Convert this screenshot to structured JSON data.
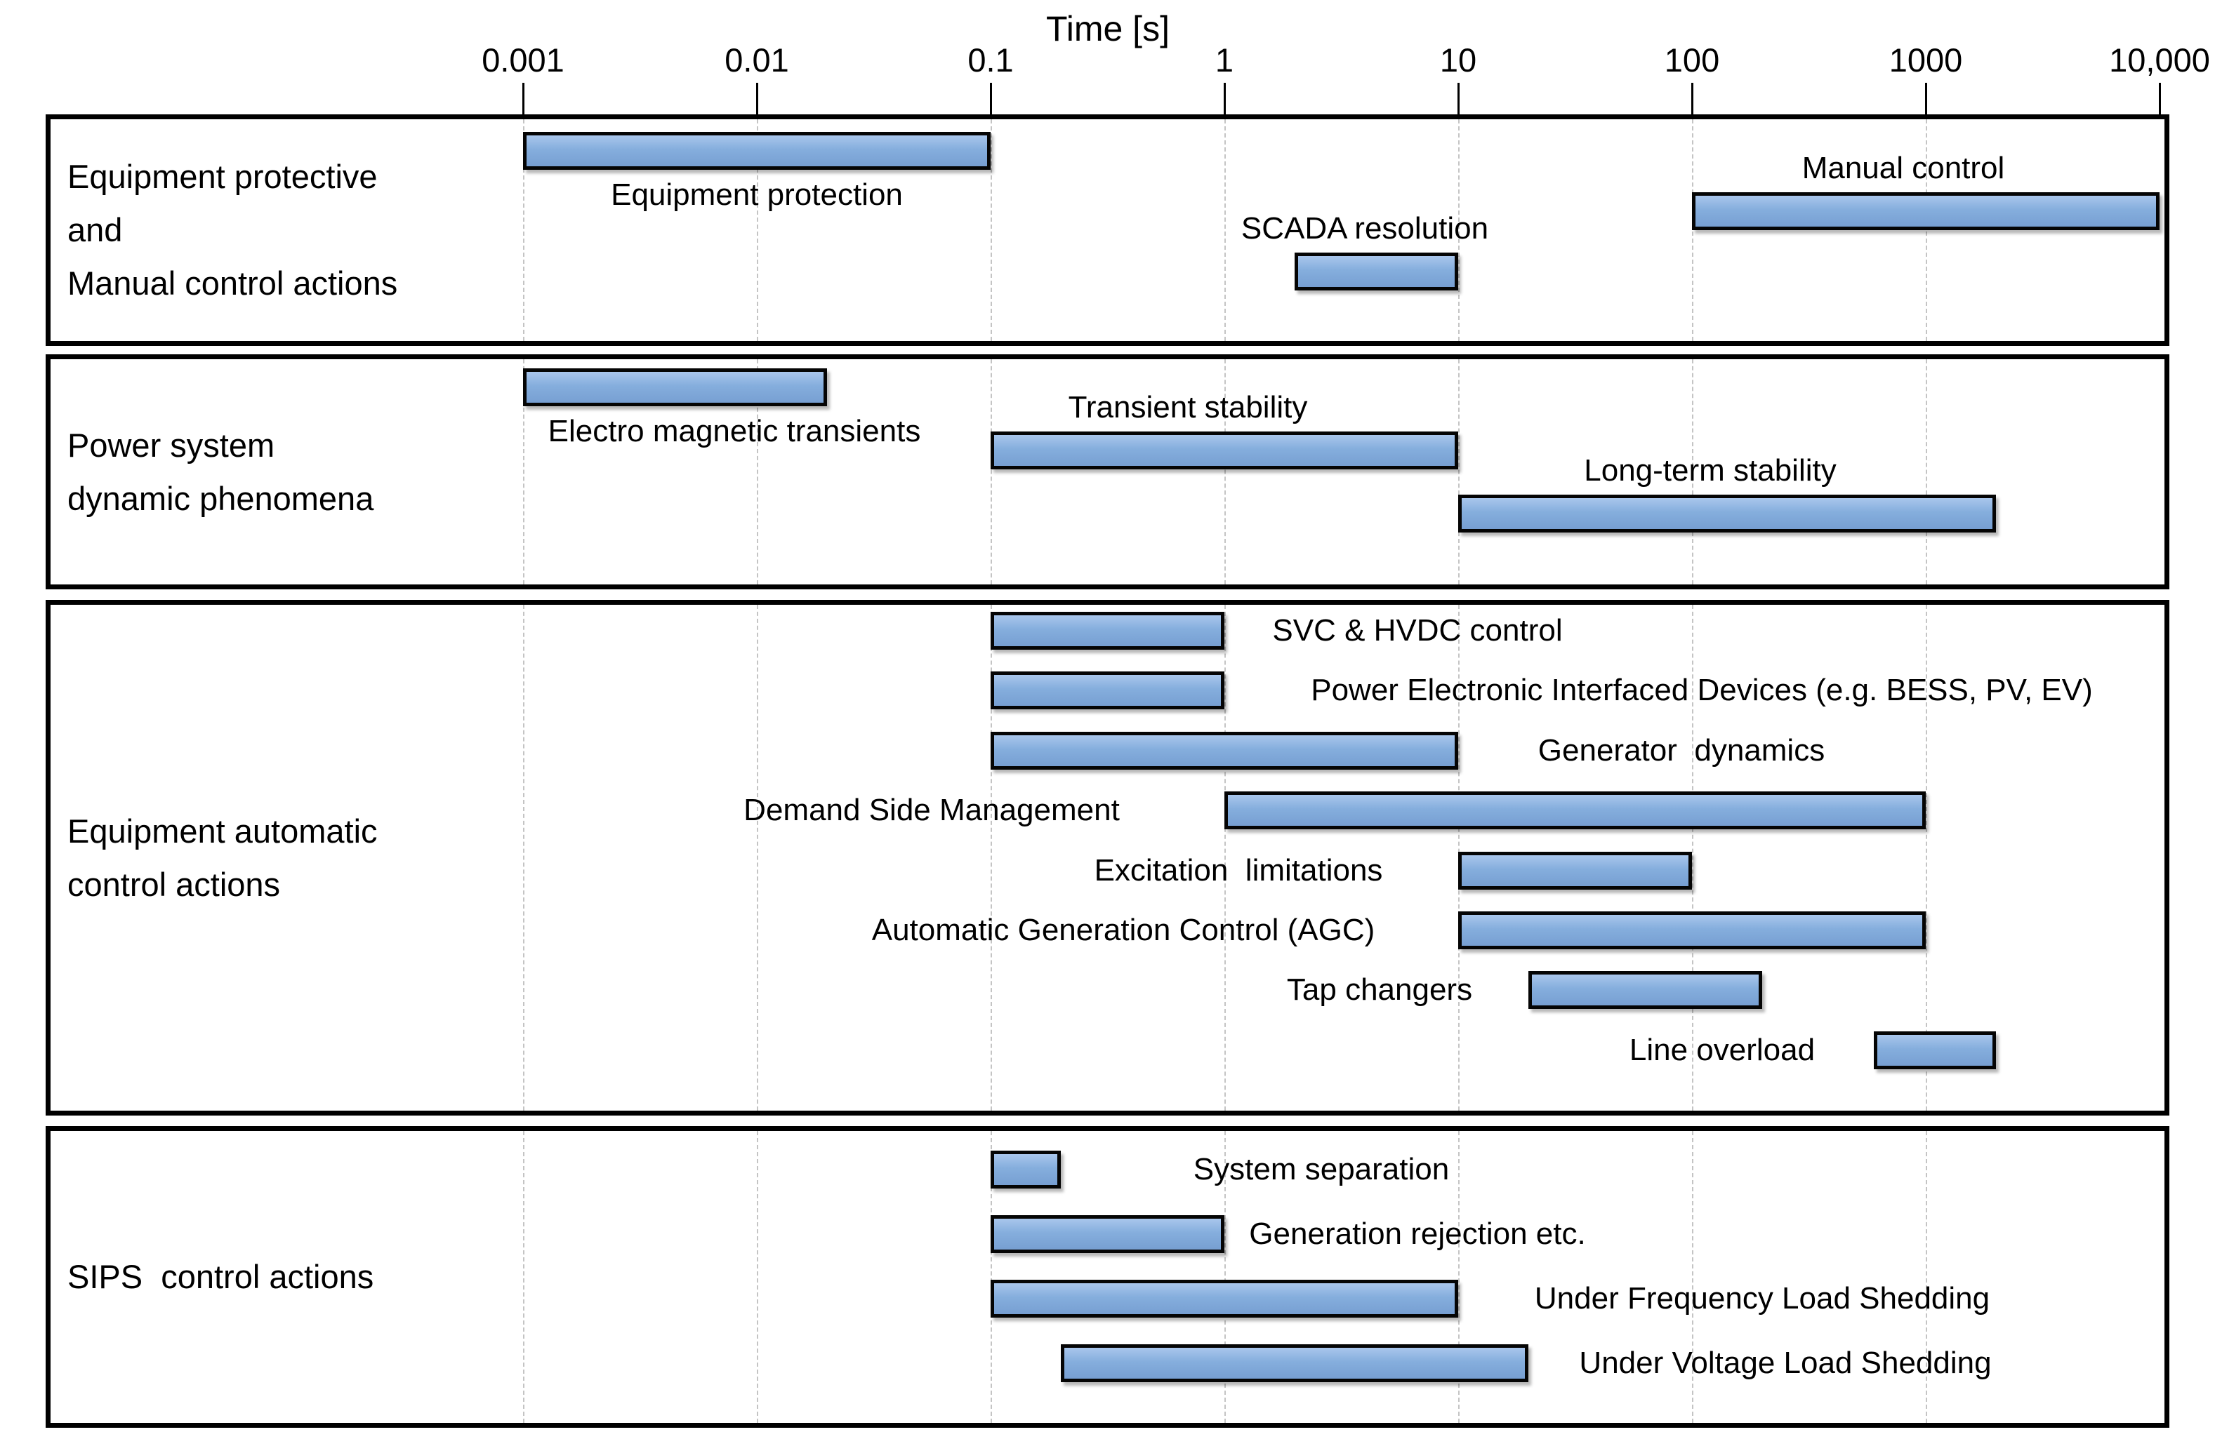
{
  "figure": {
    "background": "#ffffff"
  },
  "chart_data": {
    "type": "bar",
    "variant": "horizontal-time-range-bars",
    "title": "",
    "xlabel": "Time [s]",
    "x_scale": "log",
    "xlim": [
      0.001,
      10000
    ],
    "grid": "dashed-vertical-line-per-decade",
    "legend": "none",
    "x_ticks": [
      {
        "label": "0.001",
        "value": 0.001
      },
      {
        "label": "0.01",
        "value": 0.01
      },
      {
        "label": "0.1",
        "value": 0.1
      },
      {
        "label": "1",
        "value": 1
      },
      {
        "label": "10",
        "value": 10
      },
      {
        "label": "100",
        "value": 100
      },
      {
        "label": "1000",
        "value": 1000
      },
      {
        "label": "10,000",
        "value": 10000
      }
    ],
    "style": {
      "bar_fill_top": "#a9c6ec",
      "bar_fill_mid": "#85aedd",
      "bar_fill_bottom": "#779fd2",
      "bar_border": "#050505",
      "panel_border": "#000000",
      "grid_color": "#c4c4c4"
    },
    "panels": [
      {
        "name": "equipment-protective-and-manual-control-actions",
        "label": "Equipment protective\nand\nManual control actions",
        "bars": [
          {
            "name": "equipment-protection",
            "label": "Equipment protection",
            "start_s": 0.001,
            "end_s": 0.1,
            "label_pos": "below",
            "label_at_s": 0.01
          },
          {
            "name": "manual-control",
            "label": "Manual control",
            "start_s": 100,
            "end_s": 10000,
            "label_pos": "above",
            "label_at_s": 800
          },
          {
            "name": "scada-resolution",
            "label": "SCADA resolution",
            "start_s": 2,
            "end_s": 10,
            "label_pos": "above",
            "label_at_s": 4
          }
        ]
      },
      {
        "name": "power-system-dynamic-phenomena",
        "label": "Power system\ndynamic phenomena",
        "bars": [
          {
            "name": "electro-magnetic-transients",
            "label": "Electro magnetic transients",
            "start_s": 0.001,
            "end_s": 0.02,
            "label_pos": "below",
            "label_at_s": 0.008
          },
          {
            "name": "transient-stability",
            "label": "Transient stability",
            "start_s": 0.1,
            "end_s": 10,
            "label_pos": "above",
            "label_at_s": 0.7
          },
          {
            "name": "long-term-stability",
            "label": "Long-term stability",
            "start_s": 10,
            "end_s": 2000,
            "label_pos": "above",
            "label_at_s": 120
          }
        ]
      },
      {
        "name": "equipment-automatic-control-actions",
        "label": "Equipment automatic\ncontrol actions",
        "bars": [
          {
            "name": "svc-hvdc-control",
            "label": "SVC & HVDC control",
            "start_s": 0.1,
            "end_s": 1,
            "label_pos": "mid",
            "label_at_s": 6.7
          },
          {
            "name": "power-electronic-interfaced-devices",
            "label": "Power Electronic Interfaced Devices (e.g. BESS, PV, EV)",
            "start_s": 0.1,
            "end_s": 1,
            "label_pos": "mid",
            "label_at_s": 110
          },
          {
            "name": "generator-dynamics",
            "label": "Generator  dynamics",
            "start_s": 0.1,
            "end_s": 10,
            "label_pos": "mid",
            "label_at_s": 90
          },
          {
            "name": "demand-side-management",
            "label": "Demand Side Management",
            "start_s": 1,
            "end_s": 1000,
            "label_pos": "mid",
            "label_at_s": 0.056
          },
          {
            "name": "excitation-limitations",
            "label": "Excitation  limitations",
            "start_s": 10,
            "end_s": 100,
            "label_pos": "mid",
            "label_at_s": 1.15
          },
          {
            "name": "automatic-generation-control",
            "label": "Automatic Generation Control (AGC)",
            "start_s": 10,
            "end_s": 1000,
            "label_pos": "mid",
            "label_at_s": 0.37
          },
          {
            "name": "tap-changers",
            "label": "Tap changers",
            "start_s": 20,
            "end_s": 200,
            "label_pos": "mid",
            "label_at_s": 4.6
          },
          {
            "name": "line-overload",
            "label": "Line overload",
            "start_s": 600,
            "end_s": 2000,
            "label_pos": "mid",
            "label_at_s": 135
          }
        ]
      },
      {
        "name": "sips-control-actions",
        "label": "SIPS  control actions",
        "bars": [
          {
            "name": "system-separation",
            "label": "System separation",
            "start_s": 0.1,
            "end_s": 0.2,
            "label_pos": "mid",
            "label_at_s": 2.6
          },
          {
            "name": "generation-rejection",
            "label": "Generation rejection etc.",
            "start_s": 0.1,
            "end_s": 1,
            "label_pos": "mid",
            "label_at_s": 6.7
          },
          {
            "name": "under-frequency-load-shedding",
            "label": "Under Frequency Load Shedding",
            "start_s": 0.1,
            "end_s": 10,
            "label_pos": "mid",
            "label_at_s": 200
          },
          {
            "name": "under-voltage-load-shedding",
            "label": "Under Voltage Load Shedding",
            "start_s": 0.2,
            "end_s": 20,
            "label_pos": "mid",
            "label_at_s": 250
          }
        ]
      }
    ]
  }
}
